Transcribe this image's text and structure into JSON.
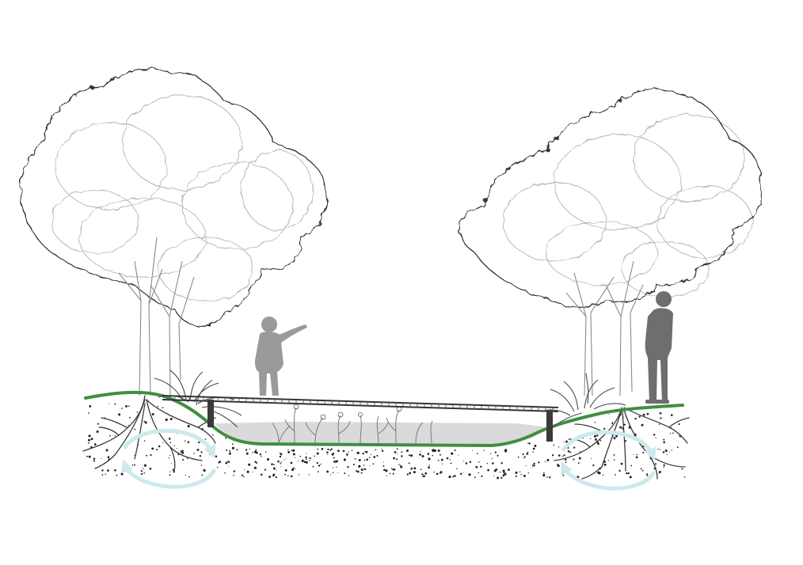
{
  "scene": {
    "type": "landscape-section",
    "background": "#ffffff"
  },
  "colors": {
    "ground_line": "#3f8f3f",
    "tree_outline": "#2c2c2c",
    "tree_faint": "#b5b5b5",
    "silhouette_child": "#9a9a9a",
    "silhouette_adult": "#6e6e6e",
    "water_fill": "#cfcfcf",
    "roots": "#3a3a3a",
    "circulation_arrow": "#cde9ec",
    "boardwalk": "#333333",
    "soil_speckle": "#222222"
  },
  "elements": {
    "left_tree": "deciduous-tree",
    "right_tree": "deciduous-tree",
    "child": "child-pointing-silhouette",
    "adult": "adult-standing-silhouette",
    "boardwalk": "footbridge",
    "swale": "vegetated-swale",
    "left_arrow": "circular-arrow",
    "right_arrow": "circular-arrow"
  }
}
